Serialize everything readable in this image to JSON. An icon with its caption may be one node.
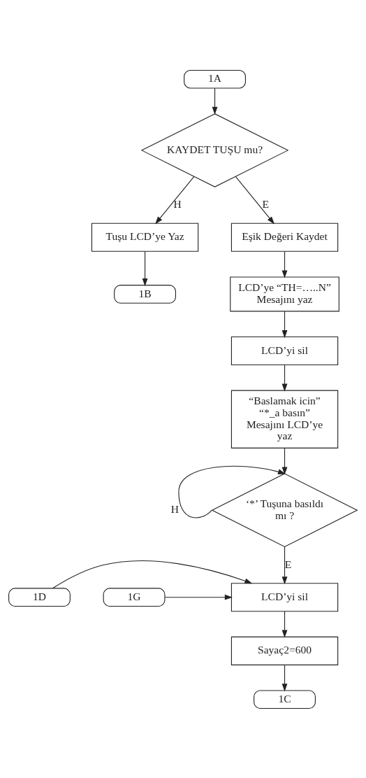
{
  "diagram": {
    "nodes": [
      {
        "text": [
          "1A"
        ]
      },
      {
        "text": [
          "KAYDET TUŞU mu?"
        ]
      },
      {
        "text": [
          "Tuşu LCD’ye Yaz"
        ]
      },
      {
        "text": [
          "1B"
        ]
      },
      {
        "text": [
          "Eşik Değeri Kaydet"
        ]
      },
      {
        "text": [
          "LCD’ye “TH=…..N” Mesajını yaz"
        ]
      },
      {
        "text": [
          "LCD’yi sil"
        ]
      },
      {
        "text": [
          "“Baslamak icin” “*_a basın” Mesajını LCD’ye yaz"
        ]
      },
      {
        "text": [
          "‘*’ Tuşuna basıldı mı ?"
        ]
      },
      {
        "text": [
          "1D"
        ]
      },
      {
        "text": [
          "LCD’yi sil"
        ]
      },
      {
        "text": [
          "1G"
        ]
      },
      {
        "text": [
          "Sayaç2=600"
        ]
      },
      {
        "text": [
          "1C"
        ]
      }
    ],
    "edges": [
      {
        "from": 0,
        "to": 1,
        "arrow": "to"
      },
      {
        "from": 1,
        "to": 2,
        "label": "H",
        "arrow": "to"
      },
      {
        "from": 2,
        "to": 3,
        "arrow": "to"
      },
      {
        "from": 1,
        "to": 4,
        "label": "E",
        "arrow": "to"
      },
      {
        "from": 4,
        "to": 5,
        "arrow": "to"
      },
      {
        "from": 5,
        "to": 6,
        "arrow": "to"
      },
      {
        "from": 6,
        "to": 7,
        "arrow": "to"
      },
      {
        "from": 7,
        "to": 8,
        "arrow": "to"
      },
      {
        "from": 8,
        "to": 8,
        "label": "H",
        "arrow": "to"
      },
      {
        "from": 8,
        "to": 10,
        "label": "E",
        "arrow": "to"
      },
      {
        "from": 9,
        "to": 10,
        "arrow": "to"
      },
      {
        "from": 11,
        "to": 10,
        "arrow": "to"
      },
      {
        "from": 10,
        "to": 12,
        "arrow": "to"
      },
      {
        "from": 12,
        "to": 13,
        "arrow": "to"
      }
    ]
  }
}
